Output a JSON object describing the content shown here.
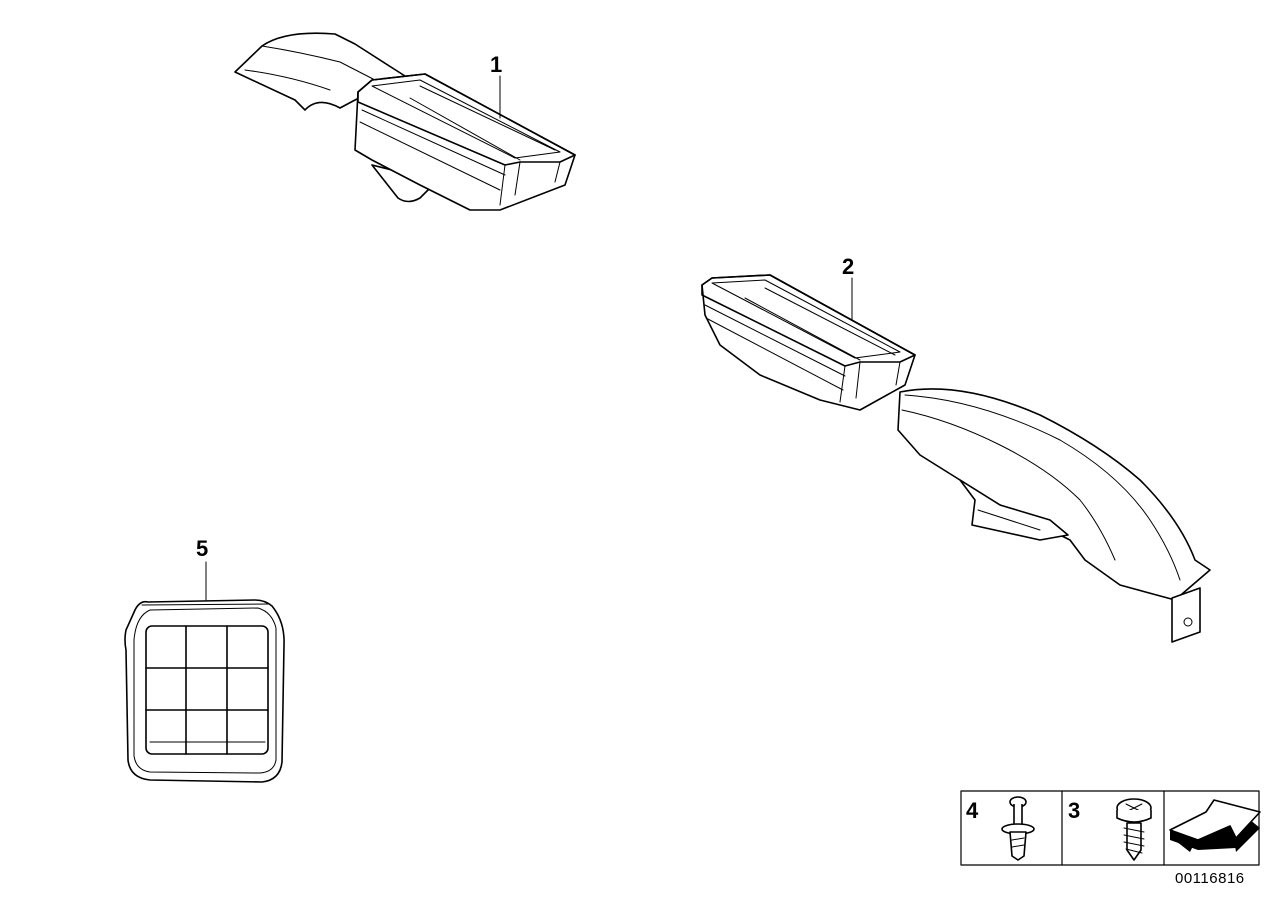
{
  "callouts": {
    "part_1": "1",
    "part_2": "2",
    "part_3": "3",
    "part_4": "4",
    "part_5": "5"
  },
  "reference_number": "00116816",
  "icons": {
    "part_1": "air-duct-left-icon",
    "part_2": "air-duct-right-icon",
    "part_3": "screw-icon",
    "part_4": "expanding-rivet-icon",
    "part_5": "grille-icon",
    "direction": "arrow-icon"
  }
}
